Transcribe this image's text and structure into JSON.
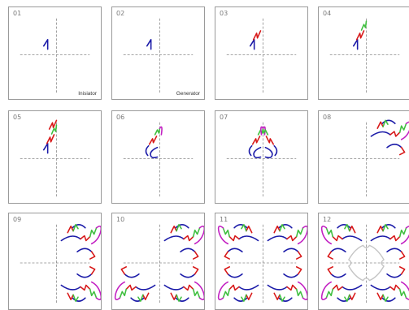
{
  "colors": {
    "blue": "#1a1aa8",
    "red": "#d81818",
    "green": "#3fbf3f",
    "magenta": "#c21fc2",
    "grey": "#c4c4c4",
    "axis": "#8a8a8a"
  },
  "panels": [
    {
      "num": "01",
      "caption": "Inisiator",
      "parts": [
        "seed"
      ]
    },
    {
      "num": "02",
      "caption": "Generator",
      "parts": [
        "seed"
      ]
    },
    {
      "num": "03",
      "caption": "",
      "parts": [
        "seed",
        "red1"
      ]
    },
    {
      "num": "04",
      "caption": "",
      "parts": [
        "seed",
        "red1",
        "green1"
      ]
    },
    {
      "num": "05",
      "caption": "",
      "parts": [
        "seed",
        "red1",
        "green1",
        "red2"
      ]
    },
    {
      "num": "06",
      "caption": "",
      "parts": [
        "half"
      ]
    },
    {
      "num": "07",
      "caption": "",
      "parts": [
        "half",
        "mirror"
      ]
    },
    {
      "num": "08",
      "caption": "",
      "parts": [
        "motif"
      ]
    },
    {
      "num": "09",
      "caption": "",
      "parts": [
        "motif",
        "motif_q4"
      ]
    },
    {
      "num": "10",
      "caption": "",
      "parts": [
        "motif",
        "motif_q4",
        "motif_q3"
      ]
    },
    {
      "num": "11",
      "caption": "",
      "parts": [
        "motif",
        "motif_q4",
        "motif_q3",
        "motif_q2"
      ]
    },
    {
      "num": "12",
      "caption": "",
      "parts": [
        "all",
        "center"
      ]
    }
  ]
}
